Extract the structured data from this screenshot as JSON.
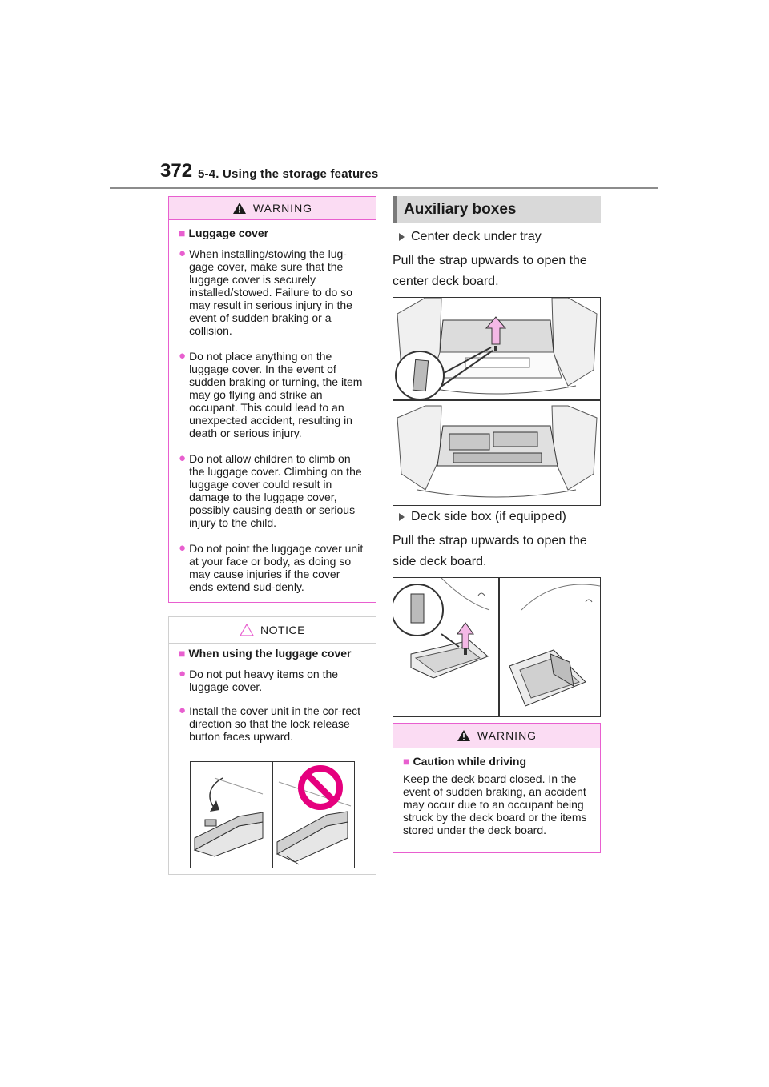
{
  "header": {
    "page_number": "372",
    "section": "5-4. Using the storage features"
  },
  "warning1": {
    "title": "WARNING",
    "subtitle": "Luggage cover",
    "items": [
      "When installing/stowing the lug-gage cover, make sure that the luggage cover is securely installed/stowed. Failure to do so may result in serious injury in the event of sudden braking or a collision.",
      "Do not place anything on the luggage cover. In the event of sudden braking or turning, the item may go flying and strike an occupant. This could lead to an unexpected accident, resulting in death or serious injury.",
      "Do not allow children to climb on the luggage cover. Climbing on the luggage cover could result in damage to the luggage cover, possibly causing death or serious injury to the child.",
      "Do not point the luggage cover unit at your face or body, as doing so may cause injuries if the cover ends extend sud-denly."
    ]
  },
  "notice": {
    "title": "NOTICE",
    "subtitle": "When using the luggage cover",
    "items": [
      "Do not put heavy items on the luggage cover.",
      "Install the cover unit in the cor-rect direction so that the lock release button faces upward."
    ]
  },
  "aux": {
    "heading": "Auxiliary boxes",
    "bullet1": "Center deck under tray",
    "para1": "Pull the strap upwards to open the center deck board.",
    "bullet2": "Deck side box (if equipped)",
    "para2": "Pull the strap upwards to open the side deck board."
  },
  "warning2": {
    "title": "WARNING",
    "subtitle": "Caution while driving",
    "text": "Keep the deck board closed. In the event of sudden braking, an accident may occur due to an occupant being struck by the deck board or the items stored under the deck board."
  },
  "colors": {
    "warning_accent": "#e85fcf",
    "warning_bg": "#fbdcf3",
    "prohibition_red": "#e5007e"
  }
}
